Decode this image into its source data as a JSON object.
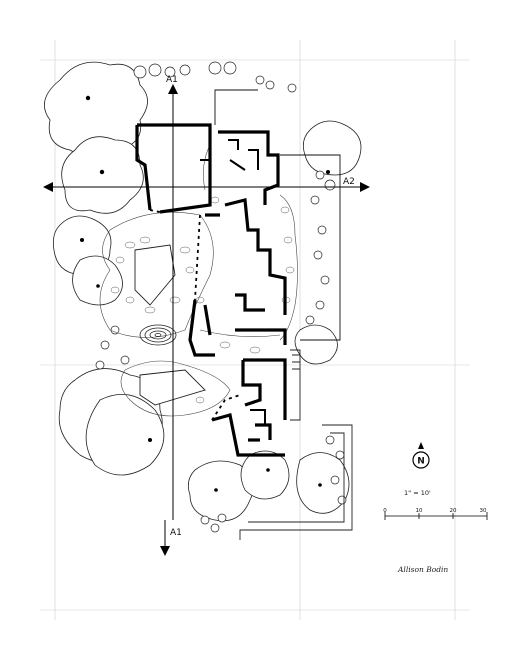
{
  "section_markers": {
    "a1_top": "A1",
    "a1_bottom": "A1",
    "a2": "A2"
  },
  "north_arrow": {
    "letter": "N",
    "icon": "north-arrow-icon"
  },
  "scale": {
    "ratio": "1\" = 10'",
    "ticks": [
      "0",
      "10",
      "20",
      "30"
    ]
  },
  "signature": "Allison Bodin",
  "colors": {
    "ink": "#111111",
    "paper": "#ffffff",
    "guide": "#cfcfcf"
  }
}
